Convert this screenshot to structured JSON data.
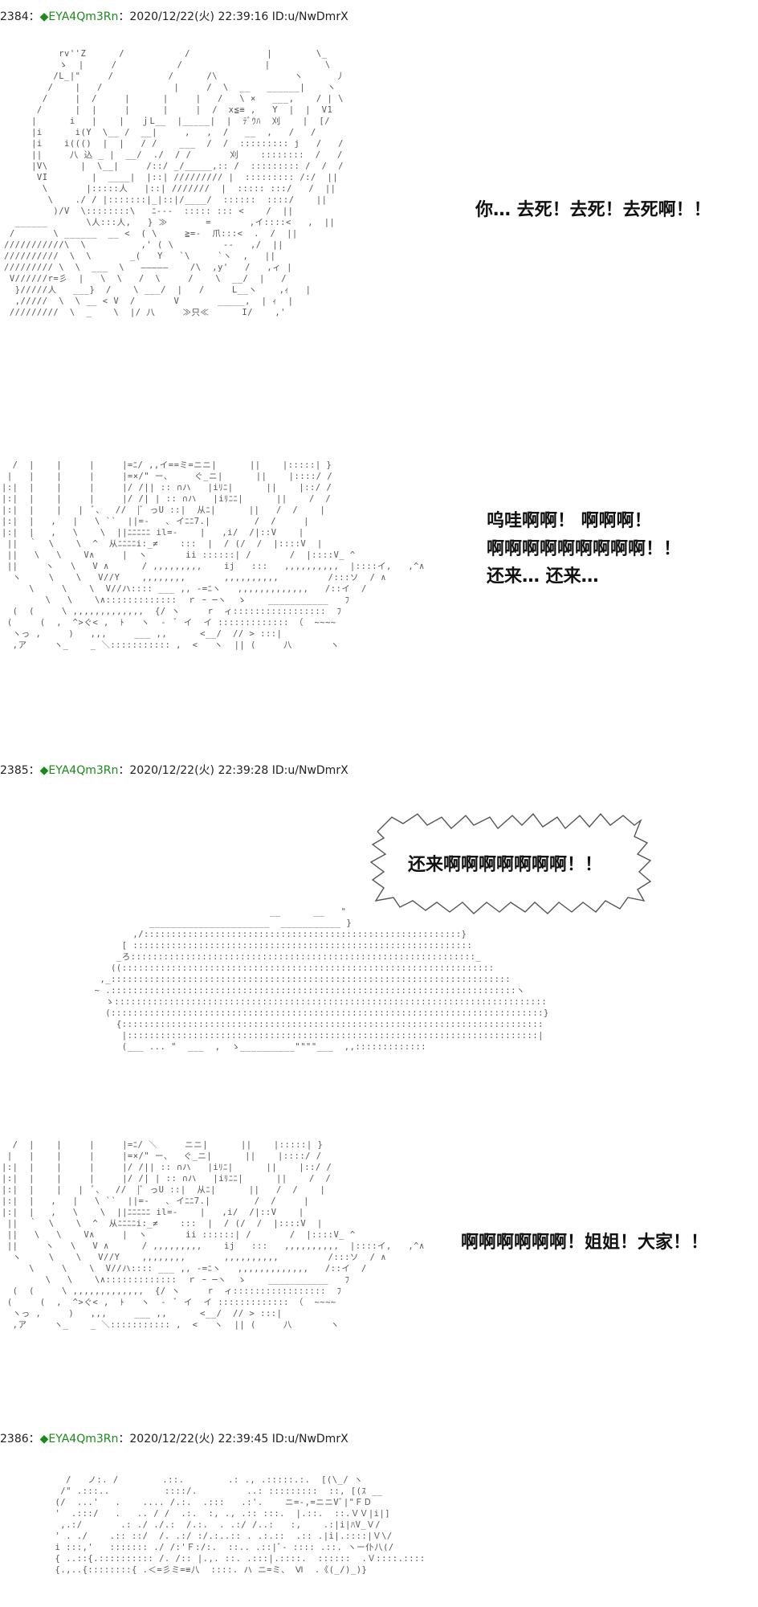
{
  "posts": [
    {
      "number": "2384",
      "separator": "：",
      "trip": "◆EYA4Qm3Rn",
      "datetime": "：2020/12/22(火) 22:39:16 ID:u/NwDmrX"
    },
    {
      "number": "2385",
      "separator": "：",
      "trip": "◆EYA4Qm3Rn",
      "datetime": "：2020/12/22(火) 22:39:28 ID:u/NwDmrX"
    },
    {
      "number": "2386",
      "separator": "：",
      "trip": "◆EYA4Qm3Rn",
      "datetime": "：2020/12/22(火) 22:39:45 ID:u/NwDmrX"
    }
  ],
  "lines": {
    "line1": "你… 去死！去死！去死啊！！",
    "line2a": "呜哇啊啊！ 啊啊啊！",
    "line2b": "啊啊啊啊啊啊啊啊啊！！",
    "line2c": "还来… 还来…",
    "line3": "还来啊啊啊啊啊啊啊！！",
    "line4": "啊啊啊啊啊啊！姐姐！大家！！"
  },
  "art": {
    "panel1": "          rv''Z      /           /              |        \\_\n          ゝ  |     /           /               |          \\\n         /L_|\"     /          /      /\\              ヽ      丿\n        /    |   /             |     /  \\  __   ______|    ヽ\n       /     |  /     |      |     |   /   \\ ×   ___,    / | \\\n      /      |  |     |      |     |  /  x≦≡ ,   Y  |  |  V1\n     |      i   |    |   ｊL__  |_____|  |  ﾃﾞｳﾊ  刈    |  [/\n     |i      i(Y  \\__ /  __|     ,   ,  /   __  ,   /   /\n     |i    i((()  |  |   / /    ___  /  /  ::::::::: j   /   /\n     ||     八 込 _ |  __/  ./  / /       刈    ::::::::  /   /\n     |V\\      |  \\__|     /::/ _/_____,:: /  ::::::::: /  /  /\n      VI        |  ____|  |::| ///////// |  ::::::::: /:/  ||\n       \\       |:::::人   |::| ///////  |  ::::: :::/   /  ||\n        \\    ./ / |:::::::|_|::|/____/  ::::::  ::::/    ||\n         )/V  \\::::::::\\   ﾆ---  ::::: ::: <    /  ||\n  ______       \\人:::人,   } ≫       =       ,イ::::<   ,  ||\n /       \\ ______  __ <  ( \\     ≧=-  爪:::<  .  /  ||\n///////////\\  \\          ,' ( \\         --   ,/  ||\n//////////  \\  \\       _(   Y   `\\     `ヽ  ,   ||\n///////// \\  \\  ___  \\   ―――――    /\\  ,y'   /   ,ィ |\n V//////r=彡  |   \\  \\   /  \\     /    \\  __/  |   /\n  }/////人   ___}  /    \\ ___/  |   /     L__ヽ    ,ｨ   |\n  ,/////  \\  \\ __ < V  /       V       _____,  | ｨ  |\n /////////  \\  _    \\  |/ 八     ≫只≪      I/    ,'",
    "panel2": "  /  |    |     |     |=ﾆ/ ,,イ==ミ=ニニ|      ||    |:::::| }\n |   |    |     |     |=×/\" ー、    ぐ_ニ|      ||    |::::/ /\n|:|  |    |     |     |/ /|| :: ∩ハ   |iﾘﾆ|      ||    |::/ /\n|:|  |    |     |     |/ /| | :: ∩ハ   |iﾘﾆﾆ|      ||    /  /\n|:|  |    |   |  ﾞ、  //  |ﾞ っU ::|  从ﾆ|      ||   /  /    |\n|:|  |   ,   |   \\ ``  ||=-   ､ イﾆﾆ7.|        /  /     |\n|:|  |   ,   \\    \\  ||ﾆﾆﾆﾆﾆ il=-    |   ,i/  /|::V    |\n ||  ｀  \\    \\  ^  从ﾆﾆﾆﾆi:_≠    :::  |  / (/  /  |::::V  |\n ||   \\   \\    V∧     |  ヽ       ii ::::::| /       /  |::::V_ ^\n ||     ヽ   \\   V ∧      / ,,,,,,,,,    ij   :::   ,,,,,,,,,,  |::::イ,   ,^∧\n  ヽ     \\    \\   V//Y    ,,,,,,,,       ,,,,,,,,,,         /:::ソ  / ∧\n     \\     \\    \\  V//ハ:::: ___ ,, -=ﾆヽ   ,,,,,,,,,,,,,   /::イ  /\n        \\   \\    \\∧:::::::::::::  ｒ ｰ ─ヽ  ゝ    ___________   ﾌ\n  (  (     \\ ,,,,,,,,,,,,,  {/ ヽ     r  ィ:::::::::::::::::  ﾌ\n (     (  ,  ^>ぐ< ,  ﾄ   ヽ  -  ﾞ イ  イ ::::::::::::: （  ~~~~\n  ヽっ ,     )   ,,,     ___ ,,      <__/  // > :::|\n  ,ア     ヽ_    _ ＼::::::::::: ,  <   ヽ  || (     八       ヽ",
    "panel3": "                                  __      __   \"\n            ______________________  ___________ }\n         ,/::::::::::::::::::::::::::::::::::::::::::::::::::::::::::}\n       [ ::::::::::::::::::::::::::::::::::::::::::::::::::::::::::::::\n      _ろ:::::::::::::::::::::::::::::::::::::::::::::::::::::::::::::::_\n     ((::::::::::::::::::::::::::::::::::::::::::::::::::::::::::::::::::::\n   ,_:::::::::::::::::::::::::::::::::::::::::::::::::::::::::::::::::::::::::\n  ~ .::::::::::::::::::::::::::::::::::::::::::::::::::::::::::::::::::::::::::ヽ\n    ゝ:::::::::::::::::::::::::::::::::::::::::::::::::::::::::::::::::::::::::::::::\n    (:::::::::::::::::::::::::::::::::::::::::::::::::::::::::::::::::::::::::::::::}\n      {:::::::::::::::::::::::::::::::::::::::::::::::::::::::::::::::::::::::::::::\n       |:::::::::::::::::::::::::::::::::::::::::::::::::::::::::::::::::::::::::::|\n       (___ ... \"  ___  ,  ゝ__________\"\"\"\"___  ,,:::::::::::::",
    "panel4": "  /  |    |     |     |=ﾆ/ ＼     ニニ|      ||    |:::::| }\n |   |    |     |     |=×/\" ー、  ぐ_ニ|      ||    |::::/ /\n|:|  |    |     |     |/ /|| :: ∩ハ   |iﾘﾆ|      ||    |::/ /\n|:|  |    |     |     |/ /| | :: ∩ハ   |iﾘﾆﾆ|      ||    /  /\n|:|  |    |   |  ﾞ、  //  |ﾞ っU ::|  从ﾆ|      ||   /  /    |\n|:|  |   ,   |   \\ ``  ||=-   ､ イﾆﾆ7.|        /  /     |\n|:|  |   ,   \\    \\  ||ﾆﾆﾆﾆﾆ il=-    |   ,i/  /|::V    |\n ||  ｀  \\    \\  ^  从ﾆﾆﾆﾆi:_≠    :::  |  / (/  /  |::::V  |\n ||   \\   \\    V∧     |  ヽ       ii ::::::| /       /  |::::V_ ^\n ||     ヽ   \\   V ∧      / ,,,,,,,,,    ij   :::   ,,,,,,,,,,  |::::イ,   ,^∧\n  ヽ     \\    \\   V//Y    ,,,,,,,,       ,,,,,,,,,,         /:::ソ  / ∧\n     \\     \\    \\  V//ハ:::: ___ ,, -=ﾆヽ   ,,,,,,,,,,,,,   /::イ  /\n        \\   \\    \\∧:::::::::::::  ｒ ｰ ─ヽ  ゝ    ___________   ﾌ\n  (  (     \\ ,,,,,,,,,,,,,  {/ ヽ     r  ィ:::::::::::::::::  ﾌ\n (     (  ,  ^>ぐ< ,  ﾄ   ヽ  -  ﾞ イ  イ ::::::::::::: （  ~~~~\n  ヽっ ,     )   ,,,     ___ ,,      <__/  // > :::|\n  ,ア     ヽ_    _ ＼::::::::::: ,  <   ヽ  || (     八       ヽ",
    "panel5": "     /   ノ:. /        .::.        .: ., .:::::.:.  [(\\_/ ヽ\n    /\" .:::..          ::::/.         ..: :::::::::  ::, [(ｽ __\n   (/  ...'   .    .... /.:.  .:::   .:'.    ニ=-,=ニニVﾞ|\"ＦＤ\n   '  .:::/   .   .. / /  .:.  :, ., .:: :::.  |.::.  ::.ＶＶ|i|]\n    ,.:/       .: ./ ./.:  /.:.  . .:/ /..:   :,    .:|i|ﾊV_Ｖ/\n   ' . ./    .:: ::/  /. .:/ :/.:..:: . .:.::  .:: .|i|.::::|Ｖ\\/\n   i :::,'   ::::::: ./ /:'Ｆ:/:.  ::.. .::|ﾞ- :::: .::. ヽー仆八(/\n   { ..::{.:::::::::: /. /:: |.,. ::. .:::|.::::.  ::::::  .Ｖ::::.::::\n   {.,..{::::::::{ .＜=彡ミ=≡八  ::::. ハ ニ=ミ、 Ⅵ  .《(_/)_)}"
  },
  "colors": {
    "trip": "#1a8a1a",
    "art": "#555555",
    "text": "#111111"
  }
}
